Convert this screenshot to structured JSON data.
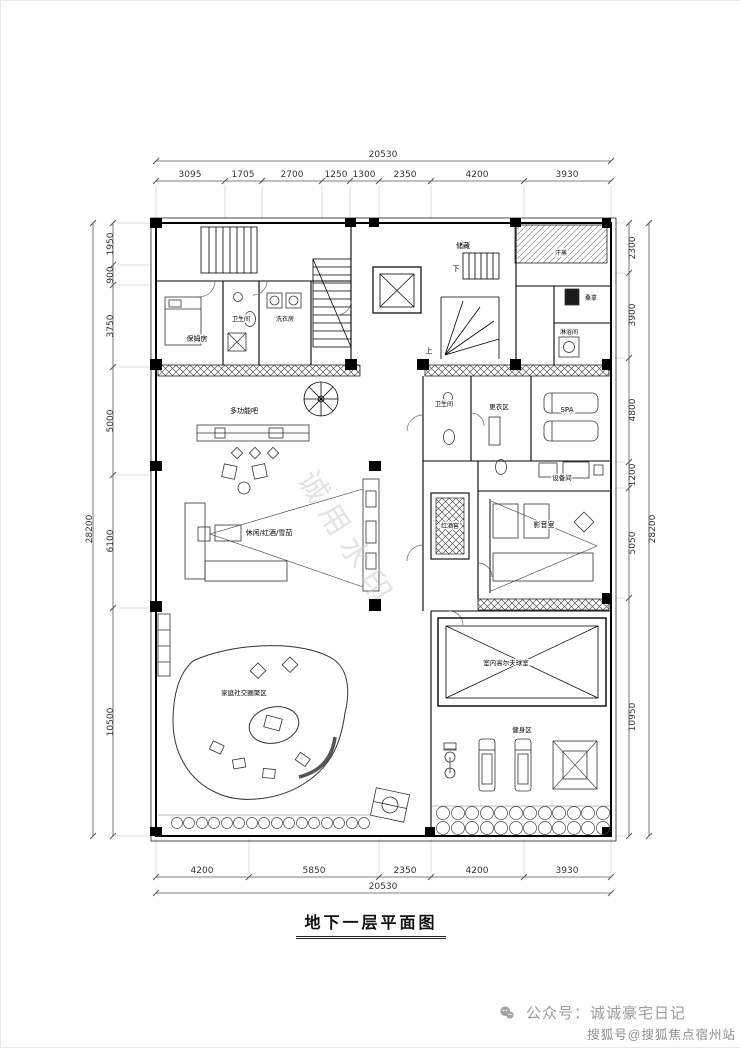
{
  "title": "地下一层平面图",
  "watermark": "诚用水印",
  "footer": {
    "account_label": "公众号：诚诚豪宅日记",
    "source_label": "搜狐号@搜狐焦点宿州站"
  },
  "dims": {
    "top_total": "20530",
    "top_segments": [
      "3095",
      "1705",
      "2700",
      "1250",
      "1300",
      "2350",
      "4200",
      "3930"
    ],
    "bottom_segments": [
      "4200",
      "5850",
      "2350",
      "4200",
      "3930"
    ],
    "bottom_total": "20530",
    "left_total": "28200",
    "left_segments": [
      "1950",
      "900",
      "3750",
      "5000",
      "6100",
      "10500"
    ],
    "right_segments": [
      "2300",
      "3900",
      "4800",
      "1200",
      "5050",
      "10950"
    ],
    "right_total": "28200"
  },
  "rooms": {
    "storage": "储藏",
    "steam": "汗蒸",
    "sauna": "桑拿",
    "shower": "淋浴间",
    "nanny": "保姆房",
    "bath_top": "卫生间",
    "laundry": "洗衣房",
    "bar": "多功能吧",
    "bath_mid": "卫生间",
    "dressing": "更衣区",
    "spa": "SPA",
    "equipment": "设备间",
    "wine": "红酒窖",
    "av": "影音室",
    "lounge": "休闲/红酒/雪茄",
    "social": "家庭社交圈聚区",
    "golf": "室内高尔夫球室",
    "gym": "健身区",
    "up": "上",
    "down": "下"
  }
}
